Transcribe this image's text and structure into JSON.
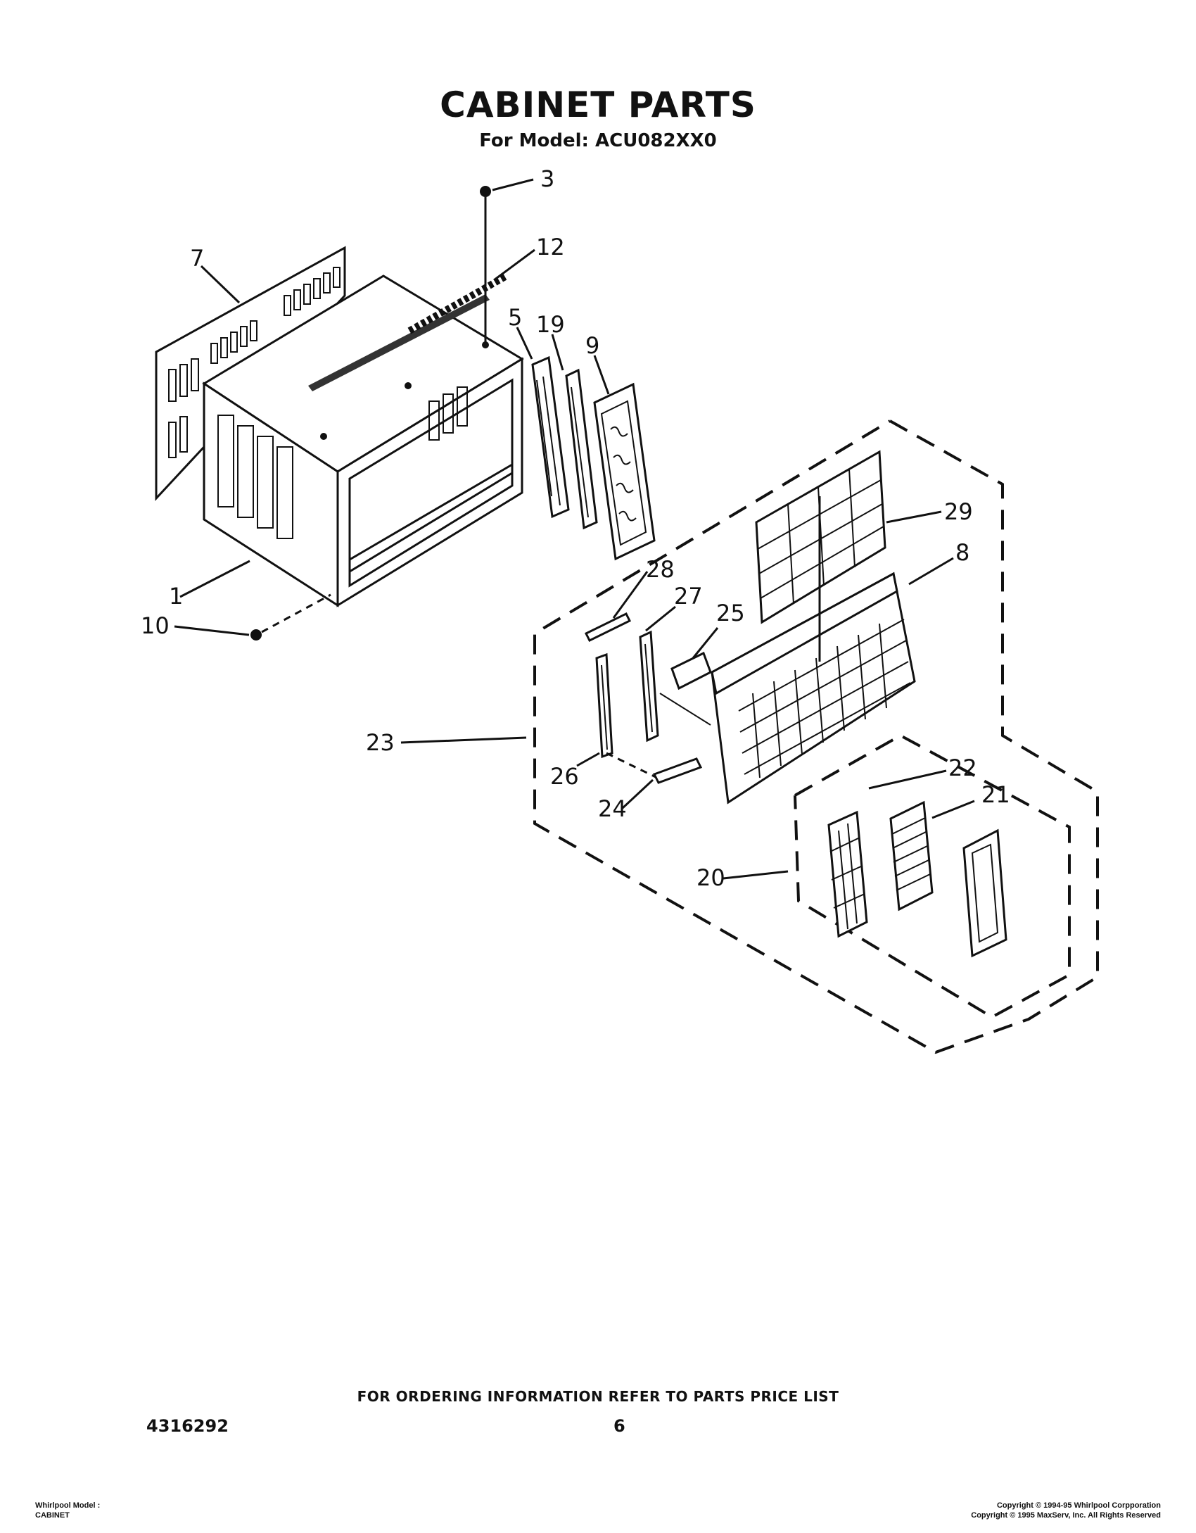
{
  "header": {
    "title": "CABINET PARTS",
    "subtitle": "For Model: ACU082XX0"
  },
  "diagram": {
    "callouts": {
      "p1": "1",
      "p3": "3",
      "p5": "5",
      "p7": "7",
      "p8": "8",
      "p9": "9",
      "p10": "10",
      "p12": "12",
      "p19": "19",
      "p20": "20",
      "p21": "21",
      "p22": "22",
      "p23": "23",
      "p24": "24",
      "p25": "25",
      "p26": "26",
      "p27": "27",
      "p28": "28",
      "p29": "29"
    }
  },
  "footer": {
    "ordering_note": "FOR ORDERING INFORMATION REFER TO PARTS PRICE LIST",
    "doc_number": "4316292",
    "page_number": "6",
    "left_line1": "Whirlpool Model :",
    "left_line2": "CABINET",
    "right_line1": "Copyright © 1994-95 Whirlpool Corpporation",
    "right_line2": "Copyright © 1995 MaxServ, Inc.  All Rights Reserved"
  }
}
